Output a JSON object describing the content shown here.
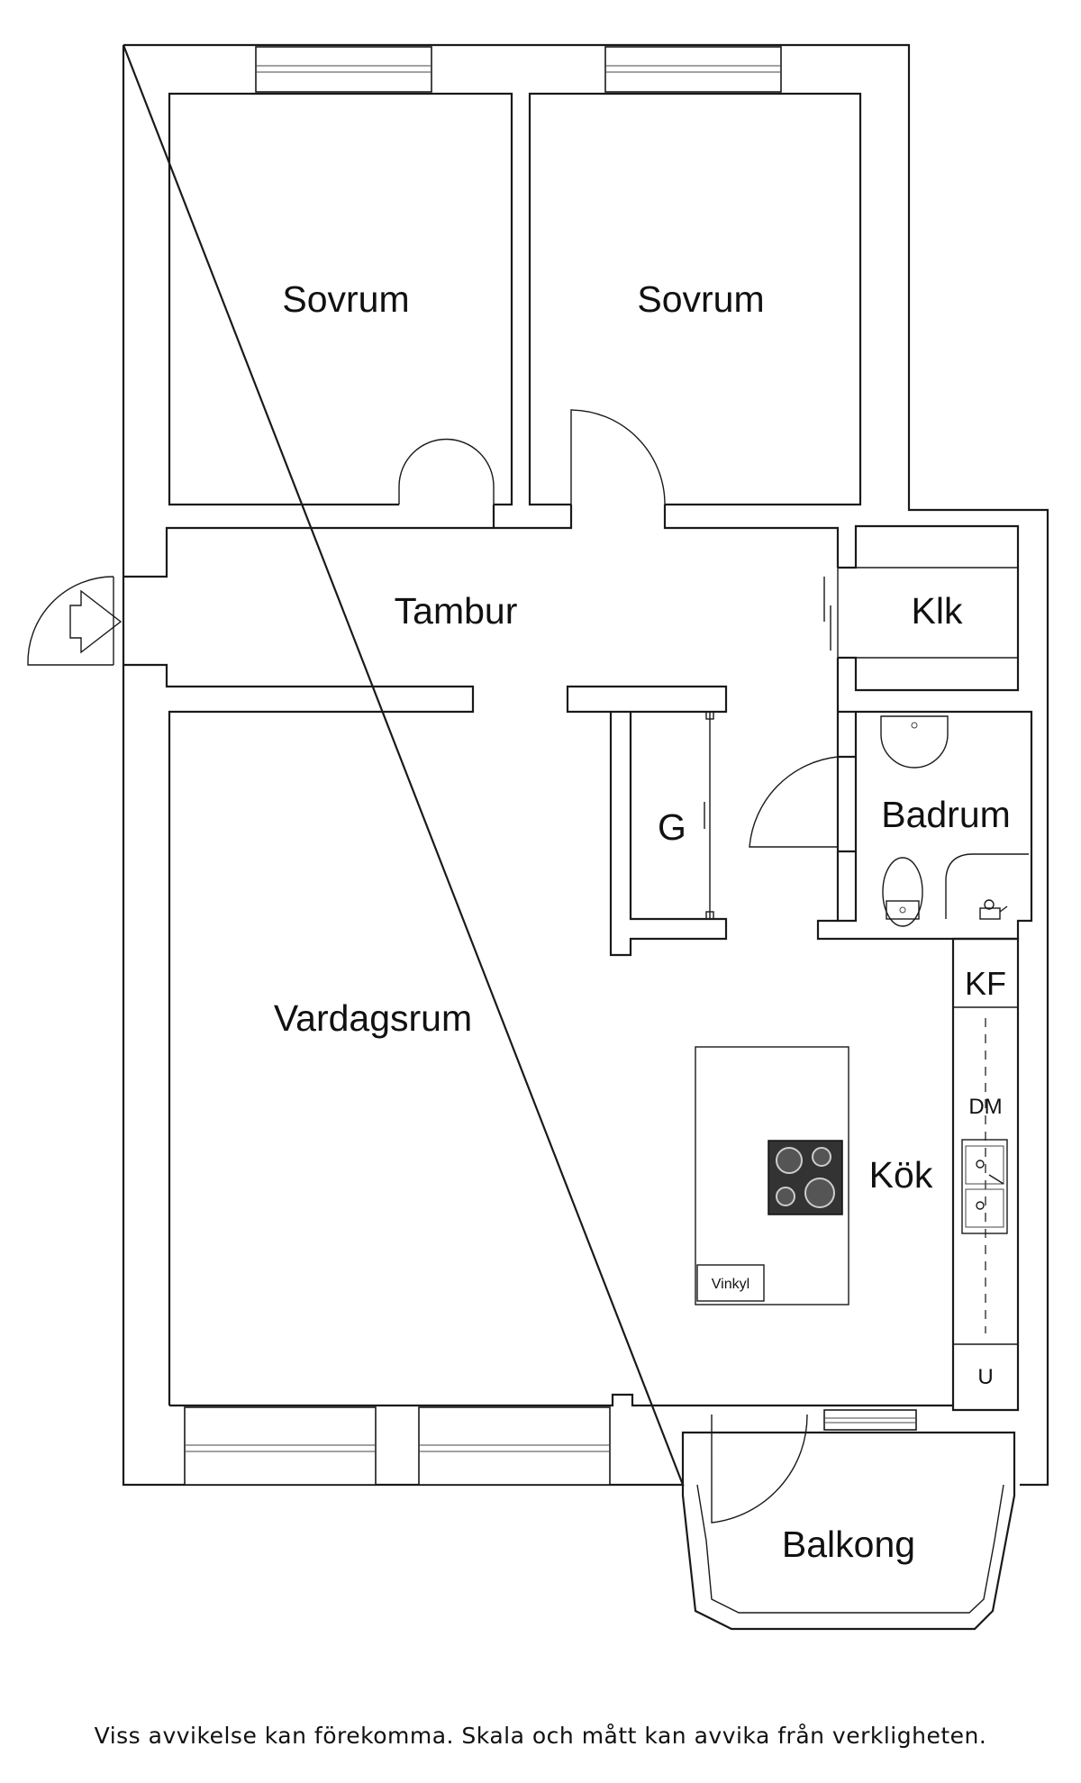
{
  "rooms": {
    "bedroom_1": "Sovrum",
    "bedroom_2": "Sovrum",
    "hall": "Tambur",
    "closet": "Klk",
    "wardrobe": "G",
    "bathroom": "Badrum",
    "living_room": "Vardagsrum",
    "kitchen": "Kök",
    "balcony": "Balkong"
  },
  "kitchen_units": {
    "fridge_freezer": "KF",
    "dishwasher": "DM",
    "oven": "U",
    "wine_cooler": "Vinkyl"
  },
  "icons": {
    "entrance": "entrance-arrow-icon",
    "hob": "hob-icon",
    "sink": "double-sink-icon",
    "toilet": "toilet-icon",
    "washbasin": "washbasin-icon",
    "shower_tap": "shower-tap-icon"
  },
  "disclaimer": "Viss avvikelse kan förekomma. Skala och mått kan avvika från verkligheten."
}
